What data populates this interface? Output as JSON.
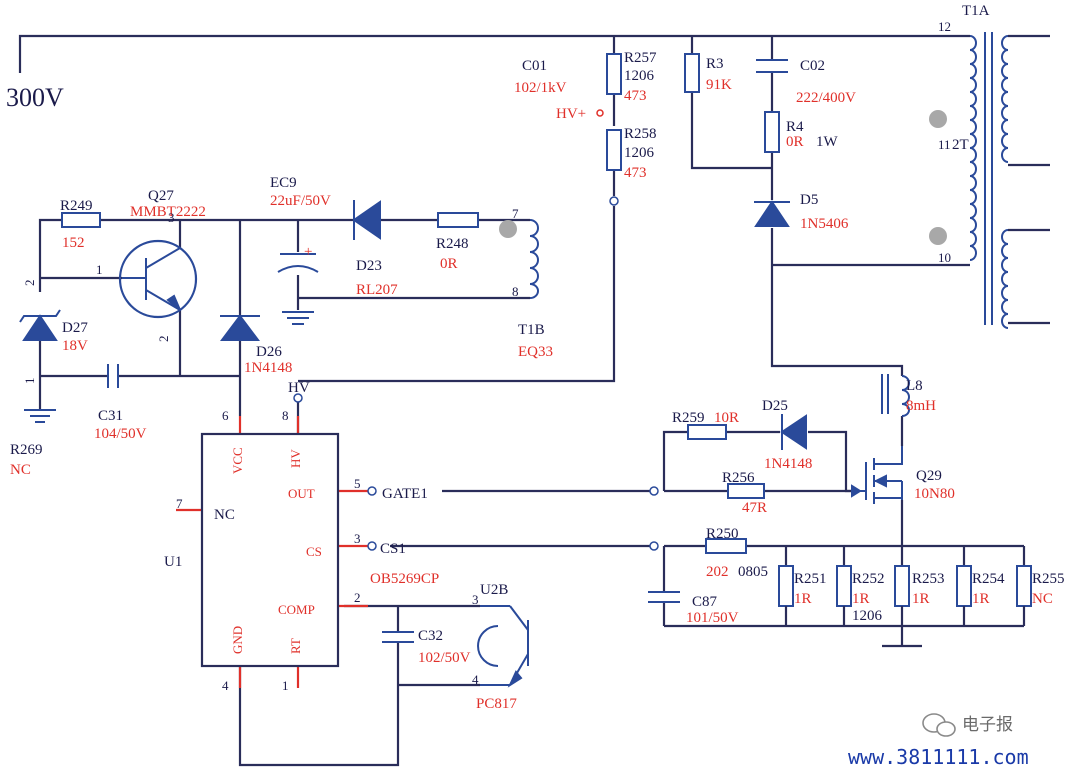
{
  "supply": {
    "label": "300V"
  },
  "nodes": {
    "hv_plus": "HV+",
    "hv": "HV",
    "gate1": "GATE1",
    "cs1": "CS1"
  },
  "components": {
    "c01": {
      "ref": "C01",
      "value": "102/1kV"
    },
    "r257": {
      "ref": "R257",
      "size": "1206",
      "value": "473"
    },
    "r258": {
      "ref": "R258",
      "size": "1206",
      "value": "473"
    },
    "r3": {
      "ref": "R3",
      "value": "91K"
    },
    "c02": {
      "ref": "C02",
      "value": "222/400V"
    },
    "r4": {
      "ref": "R4",
      "value": "0R",
      "power": "1W"
    },
    "d5": {
      "ref": "D5",
      "value": "1N5406"
    },
    "t1a": {
      "ref": "T1A",
      "pin_12": "12",
      "pin_11": "11",
      "pin_10": "10",
      "mid": "2T"
    },
    "r249": {
      "ref": "R249",
      "value": "152"
    },
    "q27": {
      "ref": "Q27",
      "value": "MMBT2222",
      "pin1": "1",
      "pin2": "2",
      "pin3": "3"
    },
    "ec9": {
      "ref": "EC9",
      "value": "22uF/50V",
      "polarity": "+"
    },
    "d23": {
      "ref": "D23",
      "value": "RL207"
    },
    "r248": {
      "ref": "R248",
      "value": "0R"
    },
    "t1b": {
      "ref": "T1B",
      "value": "EQ33",
      "pin_7": "7",
      "pin_8": "8"
    },
    "d27": {
      "ref": "D27",
      "value": "18V",
      "pin_top": "2",
      "pin_bot": "1"
    },
    "d26": {
      "ref": "D26",
      "value": "1N4148"
    },
    "c31": {
      "ref": "C31",
      "value": "104/50V"
    },
    "r269": {
      "ref": "R269",
      "value": "NC"
    },
    "l8": {
      "ref": "L8",
      "value": "8mH"
    },
    "r259": {
      "ref": "R259",
      "value": "10R"
    },
    "d25": {
      "ref": "D25",
      "value": "1N4148"
    },
    "r256": {
      "ref": "R256",
      "value": "47R"
    },
    "q29": {
      "ref": "Q29",
      "value": "10N80"
    },
    "r250": {
      "ref": "R250",
      "value": "202",
      "size": "0805"
    },
    "c87": {
      "ref": "C87",
      "value": "101/50V"
    },
    "r251": {
      "ref": "R251",
      "value": "1R"
    },
    "r252": {
      "ref": "R252",
      "value": "1R",
      "size": "1206"
    },
    "r253": {
      "ref": "R253",
      "value": "1R"
    },
    "r254": {
      "ref": "R254",
      "value": "1R"
    },
    "r255": {
      "ref": "R255",
      "value": "NC"
    },
    "c32": {
      "ref": "C32",
      "value": "102/50V"
    },
    "u2b": {
      "ref": "U2B",
      "value": "PC817",
      "pin3": "3",
      "pin4": "4"
    }
  },
  "u1": {
    "ref": "U1",
    "part": "OB5269CP",
    "pins": [
      {
        "num": "6",
        "name": "VCC"
      },
      {
        "num": "8",
        "name": "HV"
      },
      {
        "num": "5",
        "name": "OUT"
      },
      {
        "num": "7",
        "name": "NC"
      },
      {
        "num": "3",
        "name": "CS"
      },
      {
        "num": "2",
        "name": "COMP"
      },
      {
        "num": "4",
        "name": "GND"
      },
      {
        "num": "1",
        "name": "RT"
      }
    ]
  },
  "watermark": {
    "brand": "电子报",
    "url": "www.3811111.com"
  },
  "colors": {
    "wire": "#2a2d5a",
    "component": "#2a4a9a",
    "value": "#e0302a",
    "url": "#1a3aa8"
  }
}
